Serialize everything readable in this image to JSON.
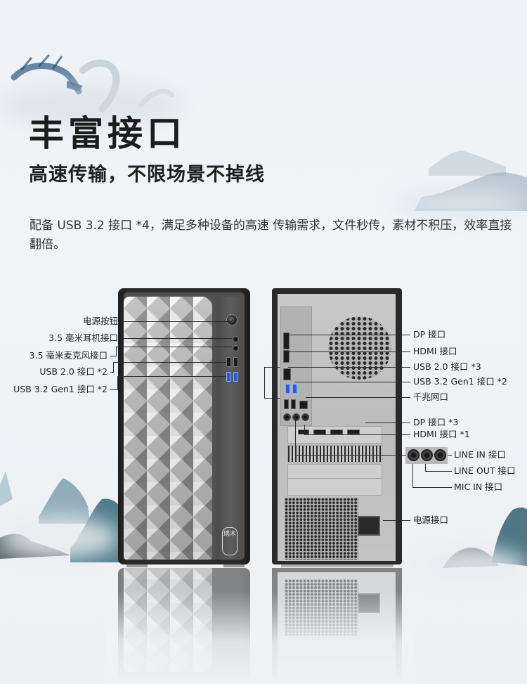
{
  "header": {
    "title": "丰富接口",
    "subtitle": "高速传输，不限场景不掉线",
    "description": "配备 USB 3.2 接口 *4，满足多种设备的高速 传输需求，文件秒传，素材不积压，效率直接翻倍。"
  },
  "front_panel": {
    "badge_text": "琇木",
    "labels": [
      {
        "id": "power-button",
        "text": "电源按钮"
      },
      {
        "id": "headphone-jack",
        "text": "3.5 毫米耳机接口"
      },
      {
        "id": "microphone-jack",
        "text": "3.5 毫米麦克风接口"
      },
      {
        "id": "usb2-front",
        "text": "USB 2.0 接口 *2"
      },
      {
        "id": "usb32-front",
        "text": "USB 3.2 Gen1 接口 *2"
      }
    ]
  },
  "rear_panel": {
    "labels": [
      {
        "id": "dp-onboard",
        "text": "DP 接口"
      },
      {
        "id": "hdmi-onboard",
        "text": "HDMI 接口"
      },
      {
        "id": "usb2-rear",
        "text": "USB 2.0 接口 *3"
      },
      {
        "id": "usb32-rear",
        "text": "USB 3.2 Gen1 接口 *2"
      },
      {
        "id": "ethernet",
        "text": "千兆网口"
      },
      {
        "id": "dp-gpu",
        "text": "DP 接口 *3"
      },
      {
        "id": "hdmi-gpu",
        "text": "HDMI 接口 *1"
      },
      {
        "id": "line-in",
        "text": "LINE IN 接口"
      },
      {
        "id": "line-out",
        "text": "LINE OUT 接口"
      },
      {
        "id": "mic-in",
        "text": "MIC IN 接口"
      },
      {
        "id": "power-socket",
        "text": "电源接口"
      }
    ]
  },
  "icons": {
    "background": "ink-dragon-and-mountains-illustration",
    "front": "desktop-front-diamond-panel",
    "rear": "desktop-rear-io-panel"
  },
  "colors": {
    "background": "#eef2f5",
    "text": "#1f1f1f",
    "case_dark": "#2a2a2a",
    "usb3_blue": "#2b5fd6",
    "ink_teal": "#3e6a7a"
  }
}
